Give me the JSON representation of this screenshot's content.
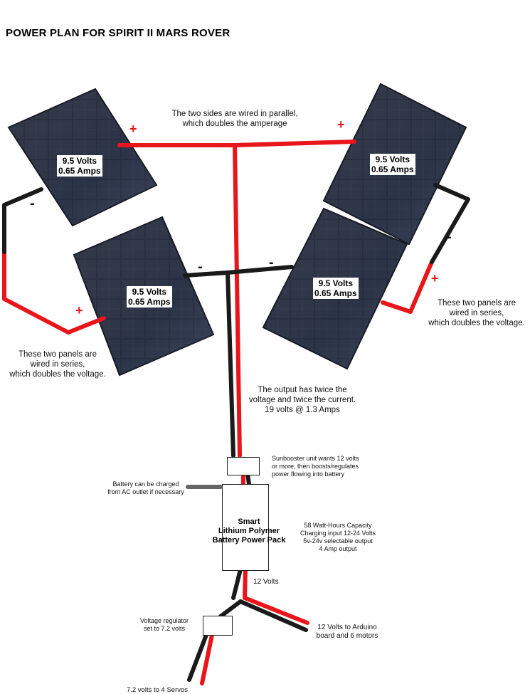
{
  "title": "POWER PLAN FOR SPIRIT II MARS ROVER",
  "panels": [
    {
      "volts": "9.5 Volts",
      "amps": "0.65 Amps"
    },
    {
      "volts": "9.5 Volts",
      "amps": "0.65 Amps"
    },
    {
      "volts": "9.5 Volts",
      "amps": "0.65 Amps"
    },
    {
      "volts": "9.5 Volts",
      "amps": "0.65 Amps"
    }
  ],
  "signs": {
    "plus": "+",
    "minus": "-"
  },
  "notes": {
    "parallel": [
      "The two sides are wired in parallel,",
      "which doubles the amperage"
    ],
    "series_left": [
      "These two panels are",
      "wired in series,",
      "which doubles the voltage."
    ],
    "series_right": [
      "These two panels are",
      "wired in series,",
      "which doubles the voltage."
    ],
    "output": [
      "The output has twice the",
      "voltage and twice the current.",
      "19  volts @ 1.3 Amps"
    ],
    "sunbooster": [
      "Sunbooster unit wants 12 volts",
      "or more, then boosts/regulates",
      "power flowing into battery"
    ],
    "ac_charge": [
      "Battery can be charged",
      "from AC outlet if necessary"
    ],
    "battery_specs": [
      "58 Watt-Hours Capacity",
      "Charging input 12-24 Volts",
      "5v-24v selectable output",
      "4 Amp output"
    ],
    "twelve_volts": "12 Volts",
    "regulator": [
      "Voltage regulator",
      "set to 7.2 volts"
    ],
    "arduino": [
      "12 Volts to Arduino",
      "board and 6 motors"
    ],
    "servos": "7.2 volts to 4 Servos"
  },
  "battery": [
    "Smart",
    "Lithium Polymer",
    "Battery Power Pack"
  ],
  "colors": {
    "positive_wire": "#e8151b",
    "negative_wire": "#1a1a1a",
    "ac_cable": "#666666",
    "panel": "#1c2230"
  }
}
